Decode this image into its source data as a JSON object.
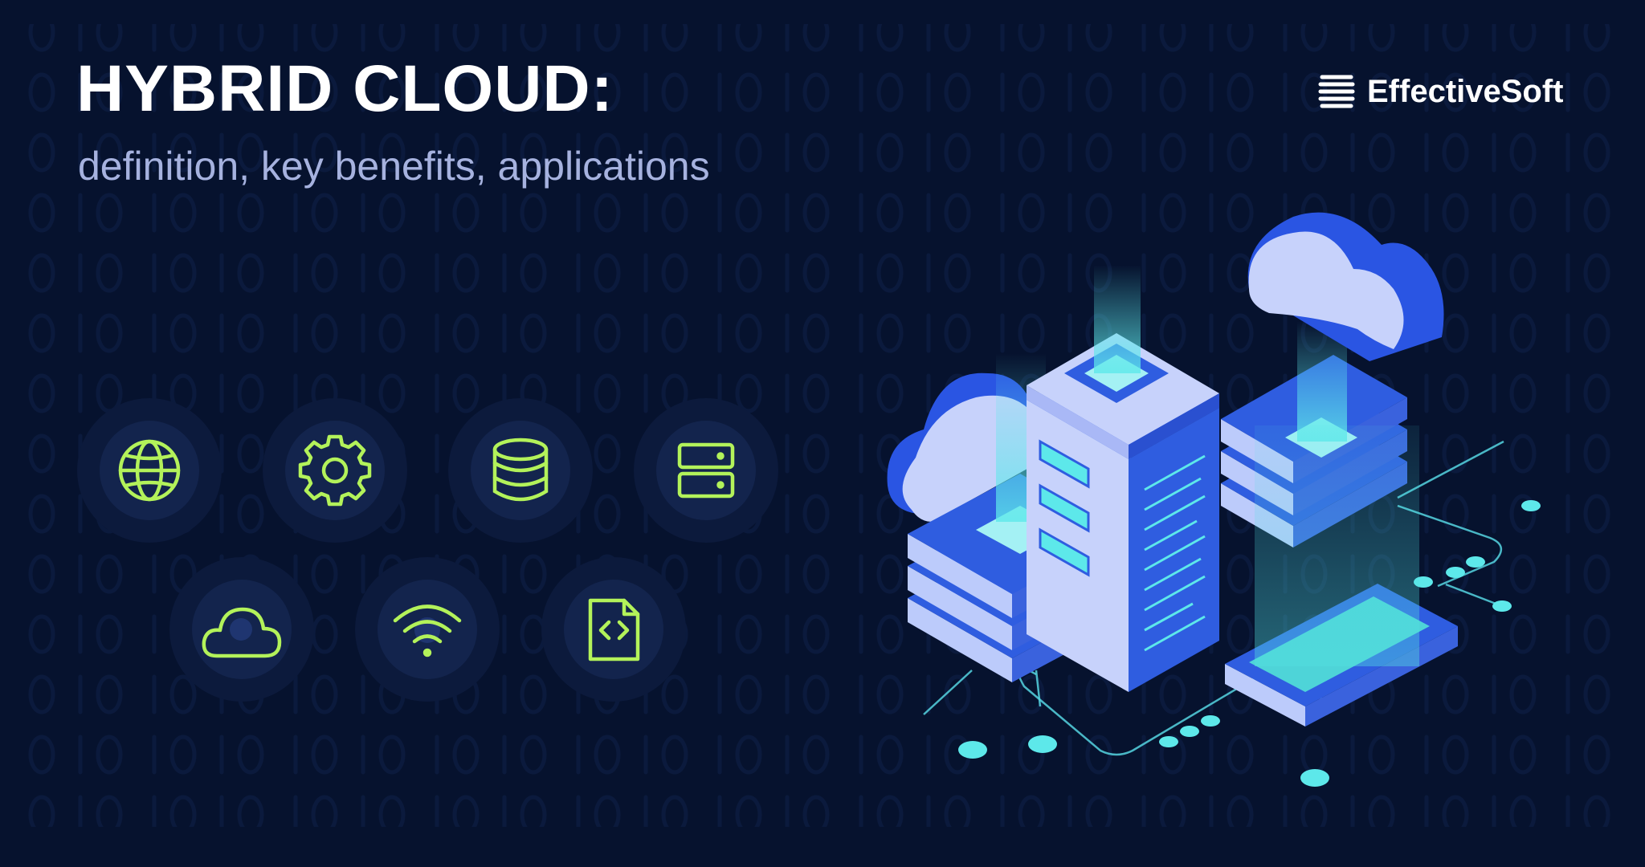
{
  "header": {
    "title": "HYBRID CLOUD:",
    "subtitle": "definition, key benefits, applications"
  },
  "brand": {
    "name": "EffectiveSoft",
    "icon": "stacked-lines-logo-icon"
  },
  "icons": [
    {
      "name": "globe-icon"
    },
    {
      "name": "gear-icon"
    },
    {
      "name": "database-icon"
    },
    {
      "name": "server-icon"
    },
    {
      "name": "cloud-icon"
    },
    {
      "name": "wifi-icon"
    },
    {
      "name": "code-file-icon"
    }
  ],
  "colors": {
    "background": "#06122e",
    "accent_green": "#b3f25a",
    "server_blue": "#2f5de0",
    "server_light": "#c7d2fb",
    "glow_cyan": "#5de8ea",
    "subtitle": "#a6b2df"
  }
}
